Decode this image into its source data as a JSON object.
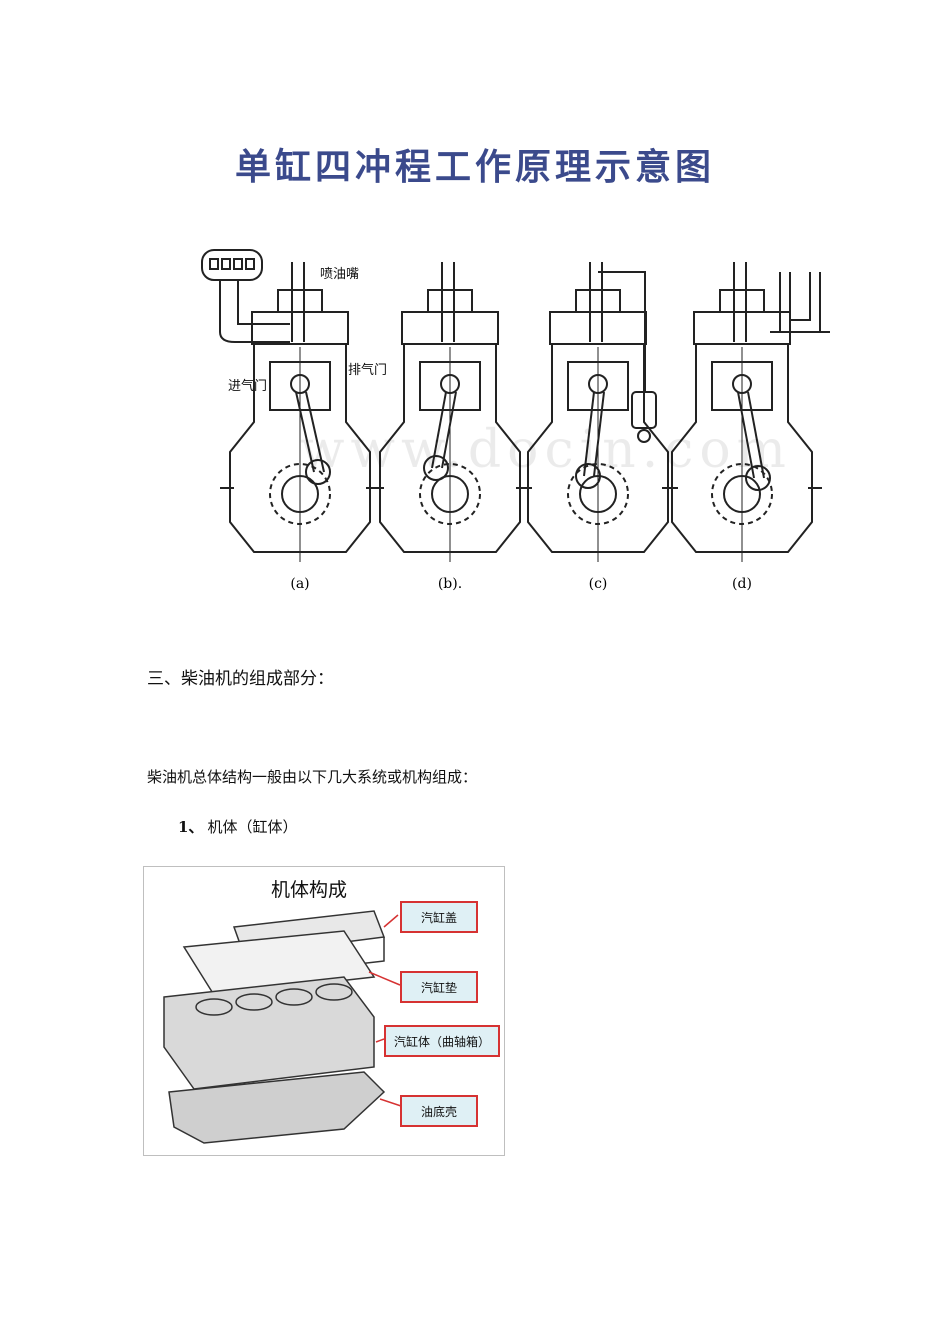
{
  "figure": {
    "title": "单缸四冲程工作原理示意图",
    "labels": {
      "injector": "喷油嘴",
      "intake_valve": "进气门",
      "exhaust_valve": "排气门"
    },
    "panels": [
      "(a)",
      "(b).",
      "(c)",
      "(d)"
    ]
  },
  "watermark": "www.docin.com",
  "section": {
    "heading": "三、柴油机的组成部分：",
    "intro": "柴油机总体结构一般由以下几大系统或机构组成：",
    "item1_number": "1、",
    "item1_label": "机体（缸体）"
  },
  "block_figure": {
    "title": "机体构成",
    "callouts": [
      "汽缸盖",
      "汽缸垫",
      "汽缸体（曲轴箱）",
      "油底壳"
    ]
  }
}
